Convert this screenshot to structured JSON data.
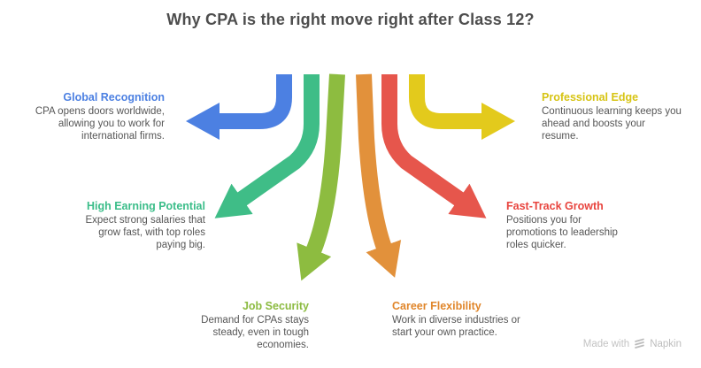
{
  "title": "Why CPA is the right move right after Class 12?",
  "benefits": [
    {
      "heading": "Global Recognition",
      "color": "#4c80e2",
      "lines": [
        "CPA opens doors worldwide,",
        "allowing you to work for",
        "international firms."
      ]
    },
    {
      "heading": "High Earning Potential",
      "color": "#3bbd89",
      "lines": [
        "Expect strong salaries that",
        "grow fast, with top roles",
        "paying big."
      ]
    },
    {
      "heading": "Job Security",
      "color": "#8cbb41",
      "lines": [
        "Demand for CPAs stays",
        "steady, even in tough",
        "economies."
      ]
    },
    {
      "heading": "Career Flexibility",
      "color": "#e0862b",
      "lines": [
        "Work in diverse industries or",
        "start your own practice."
      ]
    },
    {
      "heading": "Fast-Track Growth",
      "color": "#e8453f",
      "lines": [
        "Positions you for",
        "promotions to leadership",
        "roles quicker."
      ]
    },
    {
      "heading": "Professional Edge",
      "color": "#d7c414",
      "lines": [
        "Continuous learning keeps you",
        "ahead and boosts your",
        "resume."
      ]
    }
  ],
  "arrow_colors": {
    "blue": "#4c80e2",
    "green": "#3fbd87",
    "lime": "#8dbc40",
    "orange": "#e2913b",
    "red": "#e6564c",
    "yellow": "#e3ca1c"
  },
  "watermark": {
    "prefix": "Made with",
    "brand": "Napkin"
  }
}
